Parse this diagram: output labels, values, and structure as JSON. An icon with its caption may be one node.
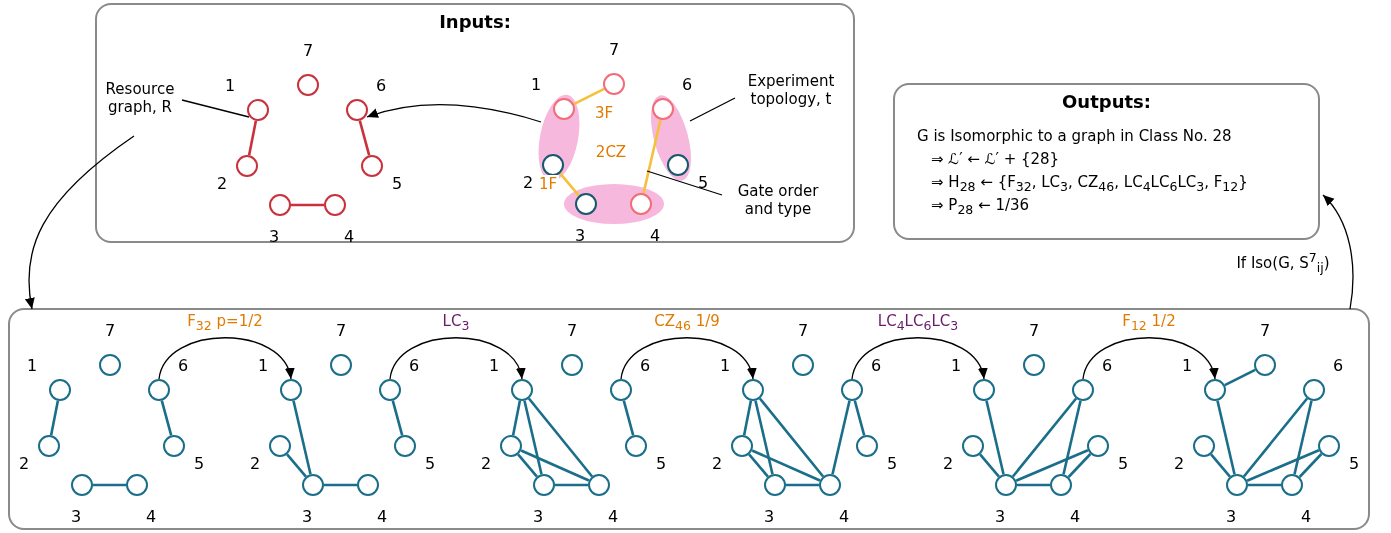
{
  "diagram": {
    "nodes": [
      {
        "text": [
          "Inputs:"
        ]
      },
      {
        "text": [
          "Outputs:",
          "G is Isomorphic to a graph in Class No. 28",
          "⇒ ℒ′ ← ℒ′ + {28}",
          "⇒ H$_{28}$ ← {F$_{32}$, LC$_{3}$, CZ$_{46}$, LC$_{4}$LC$_{6}$LC$_{3}$, F$_{12}$}",
          "⇒ P$_{28}$ ← 1/36"
        ]
      },
      {
        "text": [],
        "shape": "box"
      },
      {
        "text": [
          "Resource graph, R"
        ],
        "in": 0
      },
      {
        "text": [
          "Experiment topology, t"
        ],
        "in": 0
      },
      {
        "text": [
          "Gate order and type"
        ],
        "in": 0
      },
      {
        "text": [],
        "shape": "circle",
        "in": 0,
        "beside": [
          "1"
        ]
      },
      {
        "text": [],
        "shape": "circle",
        "in": 0,
        "beside": [
          "2"
        ]
      },
      {
        "text": [],
        "shape": "circle",
        "in": 0,
        "beside": [
          "3"
        ]
      },
      {
        "text": [],
        "shape": "circle",
        "in": 0,
        "beside": [
          "4"
        ]
      },
      {
        "text": [],
        "shape": "circle",
        "in": 0,
        "beside": [
          "5"
        ]
      },
      {
        "text": [],
        "shape": "circle",
        "in": 0,
        "beside": [
          "6"
        ]
      },
      {
        "text": [],
        "shape": "circle",
        "in": 0,
        "beside": [
          "7"
        ]
      },
      {
        "text": [],
        "shape": "ellipse",
        "in": 0
      },
      {
        "text": [],
        "shape": "ellipse",
        "in": 0
      },
      {
        "text": [],
        "shape": "ellipse",
        "in": 0
      },
      {
        "text": [],
        "shape": "circle",
        "in": 13,
        "beside": [
          "1"
        ]
      },
      {
        "text": [],
        "shape": "circle",
        "in": 13,
        "beside": [
          "2"
        ]
      },
      {
        "text": [],
        "shape": "circle",
        "in": 15,
        "beside": [
          "3"
        ]
      },
      {
        "text": [],
        "shape": "circle",
        "in": 15,
        "beside": [
          "4"
        ]
      },
      {
        "text": [],
        "shape": "circle",
        "in": 14,
        "beside": [
          "5"
        ]
      },
      {
        "text": [],
        "shape": "circle",
        "in": 14,
        "beside": [
          "6"
        ]
      },
      {
        "text": [],
        "shape": "circle",
        "in": 0,
        "beside": [
          "7"
        ]
      },
      {
        "text": [],
        "shape": "circle",
        "in": 2,
        "beside": [
          "1"
        ]
      },
      {
        "text": [],
        "shape": "circle",
        "in": 2,
        "beside": [
          "2"
        ]
      },
      {
        "text": [],
        "shape": "circle",
        "in": 2,
        "beside": [
          "3"
        ]
      },
      {
        "text": [],
        "shape": "circle",
        "in": 2,
        "beside": [
          "4"
        ]
      },
      {
        "text": [],
        "shape": "circle",
        "in": 2,
        "beside": [
          "5"
        ]
      },
      {
        "text": [],
        "shape": "circle",
        "in": 2,
        "beside": [
          "6"
        ]
      },
      {
        "text": [],
        "shape": "circle",
        "in": 2,
        "beside": [
          "7"
        ]
      },
      {
        "text": [],
        "shape": "circle",
        "in": 2,
        "beside": [
          "1"
        ]
      },
      {
        "text": [],
        "shape": "circle",
        "in": 2,
        "beside": [
          "2"
        ]
      },
      {
        "text": [],
        "shape": "circle",
        "in": 2,
        "beside": [
          "3"
        ]
      },
      {
        "text": [],
        "shape": "circle",
        "in": 2,
        "beside": [
          "4"
        ]
      },
      {
        "text": [],
        "shape": "circle",
        "in": 2,
        "beside": [
          "5"
        ]
      },
      {
        "text": [],
        "shape": "circle",
        "in": 2,
        "beside": [
          "6"
        ]
      },
      {
        "text": [],
        "shape": "circle",
        "in": 2,
        "beside": [
          "7"
        ]
      },
      {
        "text": [],
        "shape": "circle",
        "in": 2,
        "beside": [
          "1"
        ]
      },
      {
        "text": [],
        "shape": "circle",
        "in": 2,
        "beside": [
          "2"
        ]
      },
      {
        "text": [],
        "shape": "circle",
        "in": 2,
        "beside": [
          "3"
        ]
      },
      {
        "text": [],
        "shape": "circle",
        "in": 2,
        "beside": [
          "4"
        ]
      },
      {
        "text": [],
        "shape": "circle",
        "in": 2,
        "beside": [
          "5"
        ]
      },
      {
        "text": [],
        "shape": "circle",
        "in": 2,
        "beside": [
          "6"
        ]
      },
      {
        "text": [],
        "shape": "circle",
        "in": 2,
        "beside": [
          "7"
        ]
      },
      {
        "text": [],
        "shape": "circle",
        "in": 2,
        "beside": [
          "1"
        ]
      },
      {
        "text": [],
        "shape": "circle",
        "in": 2,
        "beside": [
          "2"
        ]
      },
      {
        "text": [],
        "shape": "circle",
        "in": 2,
        "beside": [
          "3"
        ]
      },
      {
        "text": [],
        "shape": "circle",
        "in": 2,
        "beside": [
          "4"
        ]
      },
      {
        "text": [],
        "shape": "circle",
        "in": 2,
        "beside": [
          "5"
        ]
      },
      {
        "text": [],
        "shape": "circle",
        "in": 2,
        "beside": [
          "6"
        ]
      },
      {
        "text": [],
        "shape": "circle",
        "in": 2,
        "beside": [
          "7"
        ]
      },
      {
        "text": [],
        "shape": "circle",
        "in": 2,
        "beside": [
          "1"
        ]
      },
      {
        "text": [],
        "shape": "circle",
        "in": 2,
        "beside": [
          "2"
        ]
      },
      {
        "text": [],
        "shape": "circle",
        "in": 2,
        "beside": [
          "3"
        ]
      },
      {
        "text": [],
        "shape": "circle",
        "in": 2,
        "beside": [
          "4"
        ]
      },
      {
        "text": [],
        "shape": "circle",
        "in": 2,
        "beside": [
          "5"
        ]
      },
      {
        "text": [],
        "shape": "circle",
        "in": 2,
        "beside": [
          "6"
        ]
      },
      {
        "text": [],
        "shape": "circle",
        "in": 2,
        "beside": [
          "7"
        ]
      },
      {
        "text": [],
        "shape": "circle",
        "in": 2,
        "beside": [
          "1"
        ]
      },
      {
        "text": [],
        "shape": "circle",
        "in": 2,
        "beside": [
          "2"
        ]
      },
      {
        "text": [],
        "shape": "circle",
        "in": 2,
        "beside": [
          "3"
        ]
      },
      {
        "text": [],
        "shape": "circle",
        "in": 2,
        "beside": [
          "4"
        ]
      },
      {
        "text": [],
        "shape": "circle",
        "in": 2,
        "beside": [
          "5"
        ]
      },
      {
        "text": [],
        "shape": "circle",
        "in": 2,
        "beside": [
          "6"
        ]
      },
      {
        "text": [],
        "shape": "circle",
        "in": 2,
        "beside": [
          "7"
        ]
      }
    ],
    "edges": [
      {
        "from": 6,
        "to": 7,
        "arrow": "none",
        "color": "#c8323c"
      },
      {
        "from": 11,
        "to": 10,
        "arrow": "none",
        "color": "#c8323c"
      },
      {
        "from": 8,
        "to": 9,
        "arrow": "none",
        "color": "#c8323c"
      },
      {
        "from": 22,
        "to": 16,
        "arrow": "none",
        "label": "3F",
        "color": "#f5c03c"
      },
      {
        "from": 21,
        "to": 19,
        "arrow": "none",
        "label": "2CZ",
        "color": "#f5c03c"
      },
      {
        "from": 17,
        "to": 18,
        "arrow": "none",
        "label": "1F",
        "color": "#f5c03c"
      },
      {
        "from": 3,
        "to": 6,
        "arrow": "none",
        "color": "#000000"
      },
      {
        "from": 4,
        "to": 14,
        "arrow": "none",
        "color": "#000000"
      },
      {
        "from": 5,
        "to": null,
        "arrow": "none",
        "color": "#000000"
      },
      {
        "from": 13,
        "to": 11,
        "arrow": "to",
        "color": "#000000"
      },
      {
        "from": 3,
        "to": 2,
        "arrow": "to",
        "color": "#000000"
      },
      {
        "from": 2,
        "to": 1,
        "arrow": "to",
        "label": "If Iso(G, S$^{7}$$_{ij}$)",
        "color": "#000000"
      },
      {
        "from": 28,
        "to": 30,
        "arrow": "to",
        "label": "F$_{32}$ p=1/2",
        "color": "#000000"
      },
      {
        "from": 35,
        "to": 37,
        "arrow": "to",
        "label": "LC$_{3}$",
        "color": "#000000"
      },
      {
        "from": 42,
        "to": 44,
        "arrow": "to",
        "label": "CZ$_{46}$ 1/9",
        "color": "#000000"
      },
      {
        "from": 49,
        "to": 51,
        "arrow": "to",
        "label": "LC$_{4}$LC$_{6}$LC$_{3}$",
        "color": "#000000"
      },
      {
        "from": 56,
        "to": 58,
        "arrow": "to",
        "label": "F$_{12}$ 1/2",
        "color": "#000000"
      },
      {
        "from": 23,
        "to": 24,
        "arrow": "none"
      },
      {
        "from": 28,
        "to": 27,
        "arrow": "none"
      },
      {
        "from": 25,
        "to": 26,
        "arrow": "none"
      },
      {
        "from": 30,
        "to": 32,
        "arrow": "none"
      },
      {
        "from": 31,
        "to": 32,
        "arrow": "none"
      },
      {
        "from": 32,
        "to": 33,
        "arrow": "none"
      },
      {
        "from": 35,
        "to": 34,
        "arrow": "none"
      },
      {
        "from": 37,
        "to": 38,
        "arrow": "none"
      },
      {
        "from": 37,
        "to": 39,
        "arrow": "none"
      },
      {
        "from": 37,
        "to": 40,
        "arrow": "none"
      },
      {
        "from": 38,
        "to": 39,
        "arrow": "none"
      },
      {
        "from": 38,
        "to": 40,
        "arrow": "none"
      },
      {
        "from": 39,
        "to": 40,
        "arrow": "none"
      },
      {
        "from": 42,
        "to": 41,
        "arrow": "none"
      },
      {
        "from": 44,
        "to": 45,
        "arrow": "none"
      },
      {
        "from": 44,
        "to": 46,
        "arrow": "none"
      },
      {
        "from": 44,
        "to": 47,
        "arrow": "none"
      },
      {
        "from": 45,
        "to": 46,
        "arrow": "none"
      },
      {
        "from": 45,
        "to": 47,
        "arrow": "none"
      },
      {
        "from": 46,
        "to": 47,
        "arrow": "none"
      },
      {
        "from": 49,
        "to": 47,
        "arrow": "none"
      },
      {
        "from": 49,
        "to": 48,
        "arrow": "none"
      },
      {
        "from": 51,
        "to": 53,
        "arrow": "none"
      },
      {
        "from": 52,
        "to": 53,
        "arrow": "none"
      },
      {
        "from": 53,
        "to": 54,
        "arrow": "none"
      },
      {
        "from": 53,
        "to": 56,
        "arrow": "none"
      },
      {
        "from": 53,
        "to": 55,
        "arrow": "none"
      },
      {
        "from": 56,
        "to": 54,
        "arrow": "none"
      },
      {
        "from": 54,
        "to": 55,
        "arrow": "none"
      },
      {
        "from": 58,
        "to": 64,
        "arrow": "none"
      },
      {
        "from": 58,
        "to": 60,
        "arrow": "none"
      },
      {
        "from": 59,
        "to": 60,
        "arrow": "none"
      },
      {
        "from": 60,
        "to": 61,
        "arrow": "none"
      },
      {
        "from": 60,
        "to": 63,
        "arrow": "none"
      },
      {
        "from": 60,
        "to": 62,
        "arrow": "none"
      },
      {
        "from": 63,
        "to": 61,
        "arrow": "none"
      },
      {
        "from": 61,
        "to": 62,
        "arrow": "none"
      }
    ]
  }
}
